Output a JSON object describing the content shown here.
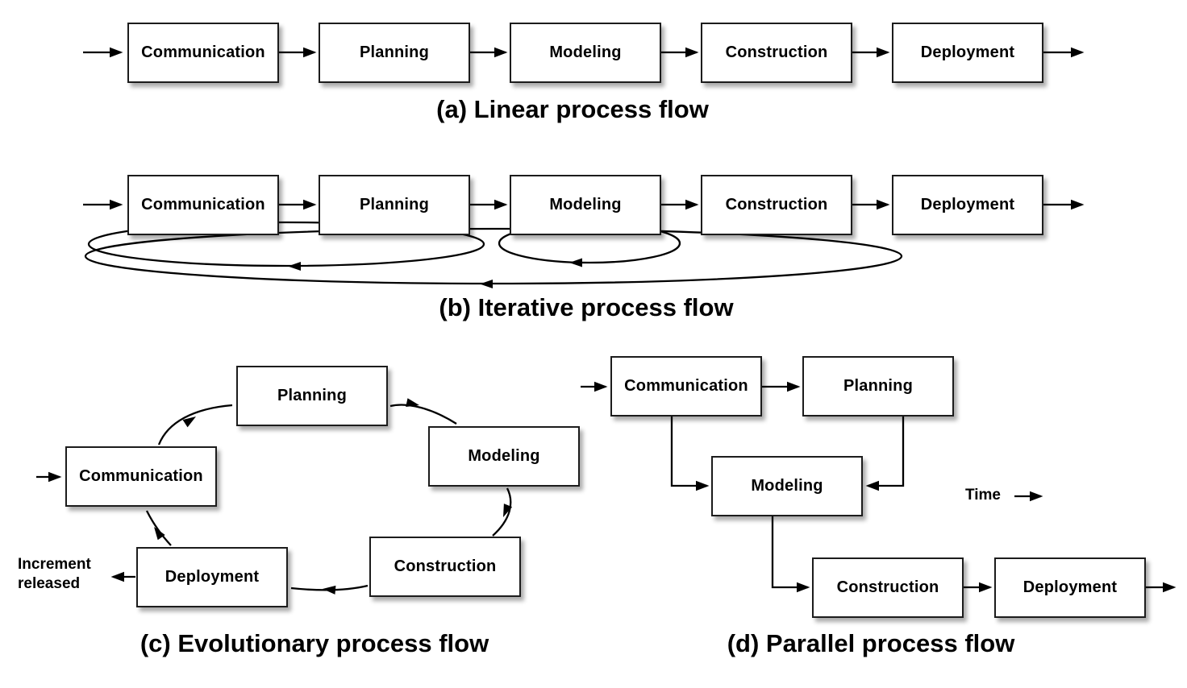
{
  "colors": {
    "background": "#ffffff",
    "line": "#000000",
    "box_fill": "#ffffff",
    "box_border": "#1c1c1c",
    "text": "#000000",
    "shadow": "#aaaaaa"
  },
  "panel_a": {
    "caption": "(a) Linear process flow",
    "nodes": {
      "communication": "Communication",
      "planning": "Planning",
      "modeling": "Modeling",
      "construction": "Construction",
      "deployment": "Deployment"
    }
  },
  "panel_b": {
    "caption": "(b) Iterative process flow",
    "nodes": {
      "communication": "Communication",
      "planning": "Planning",
      "modeling": "Modeling",
      "construction": "Construction",
      "deployment": "Deployment"
    }
  },
  "panel_c": {
    "caption": "(c) Evolutionary process flow",
    "increment_label": "Increment\nreleased",
    "nodes": {
      "communication": "Communication",
      "planning": "Planning",
      "modeling": "Modeling",
      "construction": "Construction",
      "deployment": "Deployment"
    }
  },
  "panel_d": {
    "caption": "(d) Parallel process flow",
    "time_label": "Time",
    "nodes": {
      "communication": "Communication",
      "planning": "Planning",
      "modeling": "Modeling",
      "construction": "Construction",
      "deployment": "Deployment"
    }
  }
}
